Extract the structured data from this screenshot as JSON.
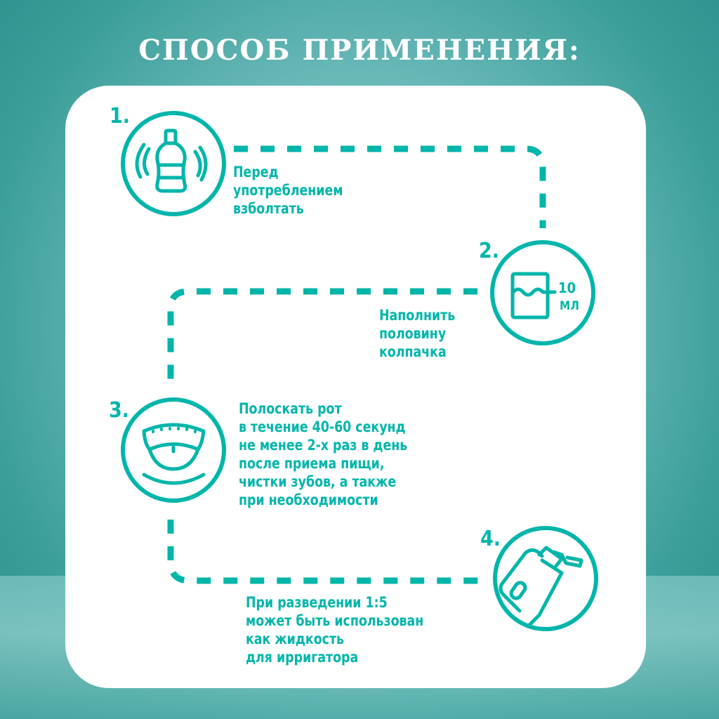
{
  "title": "СПОСОБ ПРИМЕНЕНИЯ:",
  "accent": "#00b5aa",
  "steps": [
    {
      "number": "1.",
      "icon": "shaking-bottle-icon",
      "text": "Перед\nупотреблением\nвзболтать"
    },
    {
      "number": "2.",
      "icon": "measuring-cap-icon",
      "text": "Наполнить\nполовину\nколпачка",
      "dose_value": "10",
      "dose_unit": "МЛ"
    },
    {
      "number": "3.",
      "icon": "open-mouth-icon",
      "text": "Полоскать рот\nв течение 40-60 секунд\nне менее 2-х раз в день\nпосле приема пищи,\nчистки зубов, а также\nпри необходимости"
    },
    {
      "number": "4.",
      "icon": "irrigator-icon",
      "text": "При разведении 1:5\nможет быть использован\nкак жидкость\nдля ирригатора"
    }
  ]
}
